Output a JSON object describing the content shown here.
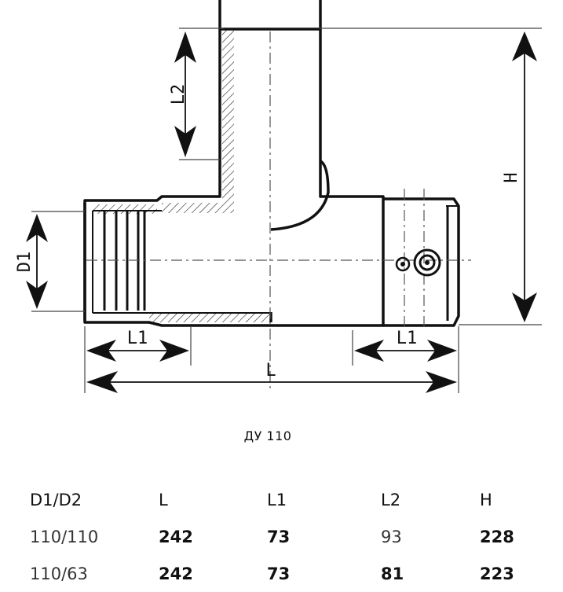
{
  "drawing": {
    "labels": {
      "L2": "L2",
      "H": "H",
      "D1": "D1",
      "L1_left": "L1",
      "L1_right": "L1",
      "L": "L"
    }
  },
  "caption": "ДУ 110",
  "table": {
    "headers": [
      "D1/D2",
      "L",
      "L1",
      "L2",
      "H"
    ],
    "rows": [
      [
        "110/110",
        "242",
        "73",
        "93",
        "228"
      ],
      [
        "110/63",
        "242",
        "73",
        "81",
        "223"
      ]
    ]
  }
}
